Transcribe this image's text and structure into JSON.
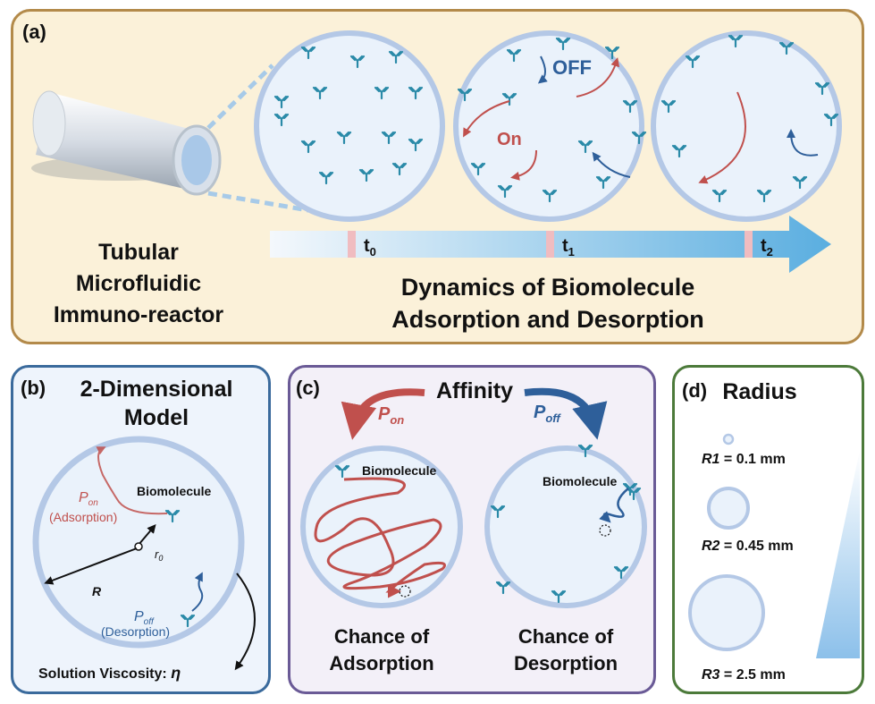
{
  "panel_a": {
    "label": "(a)",
    "left_title_lines": [
      "Tubular",
      "Microfluidic",
      "Immuno-reactor"
    ],
    "bottom_title_lines": [
      "Dynamics of Biomolecule",
      "Adsorption and Desorption"
    ],
    "off_label": "OFF",
    "on_label": "On",
    "timeline": [
      {
        "t": "t",
        "sub": "0"
      },
      {
        "t": "t",
        "sub": "1"
      },
      {
        "t": "t",
        "sub": "2"
      }
    ]
  },
  "panel_b": {
    "label": "(b)",
    "title_lines": [
      "2-Dimensional",
      "Model"
    ],
    "biomolecule": "Biomolecule",
    "p_on": "P",
    "p_on_sub": "on",
    "adsorption": "(Adsorption)",
    "p_off": "P",
    "p_off_sub": "off",
    "desorption": "(Desorption)",
    "r0": "r",
    "r0_sub": "0",
    "R": "R",
    "viscosity_label": "Solution Viscosity:",
    "viscosity_symbol": "η"
  },
  "panel_c": {
    "label": "(c)",
    "title": "Affinity",
    "p_on": "P",
    "p_on_sub": "on",
    "p_off": "P",
    "p_off_sub": "off",
    "left_biomolecule": "Biomolecule",
    "right_biomolecule": "Biomolecule",
    "left_caption_lines": [
      "Chance of",
      "Adsorption"
    ],
    "right_caption_lines": [
      "Chance of",
      "Desorption"
    ]
  },
  "panel_d": {
    "label": "(d)",
    "title": "Radius",
    "radii": [
      {
        "name": "R1",
        "value": "= 0.1 mm"
      },
      {
        "name": "R2",
        "value": "= 0.45 mm"
      },
      {
        "name": "R3",
        "value": "= 2.5 mm"
      }
    ]
  },
  "colors": {
    "antibody": "#2a8aa8",
    "adsorption_red": "#c0504d",
    "desorption_blue": "#2e5f9a",
    "circle_border": "#b4c8e6",
    "circle_fill": "#eaf2fb"
  }
}
